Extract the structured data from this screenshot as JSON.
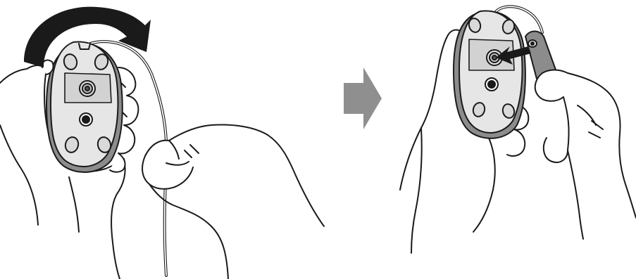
{
  "illustration": {
    "panels": [
      {
        "id": "step-1",
        "action": "rotate-mouse",
        "arrow": "curved-rotation-arrow"
      },
      {
        "id": "step-2",
        "action": "insert-tool",
        "arrow": "insertion-arrow"
      }
    ],
    "transition_arrow": "right-arrow-icon",
    "colors": {
      "line": "#1a1a1a",
      "mouse_shell": "#8c8c8c",
      "mouse_base": "#e6e6e6",
      "label_area": "#d2d2d2",
      "transition_arrow": "#8f8f8f",
      "background": "#ffffff"
    }
  }
}
